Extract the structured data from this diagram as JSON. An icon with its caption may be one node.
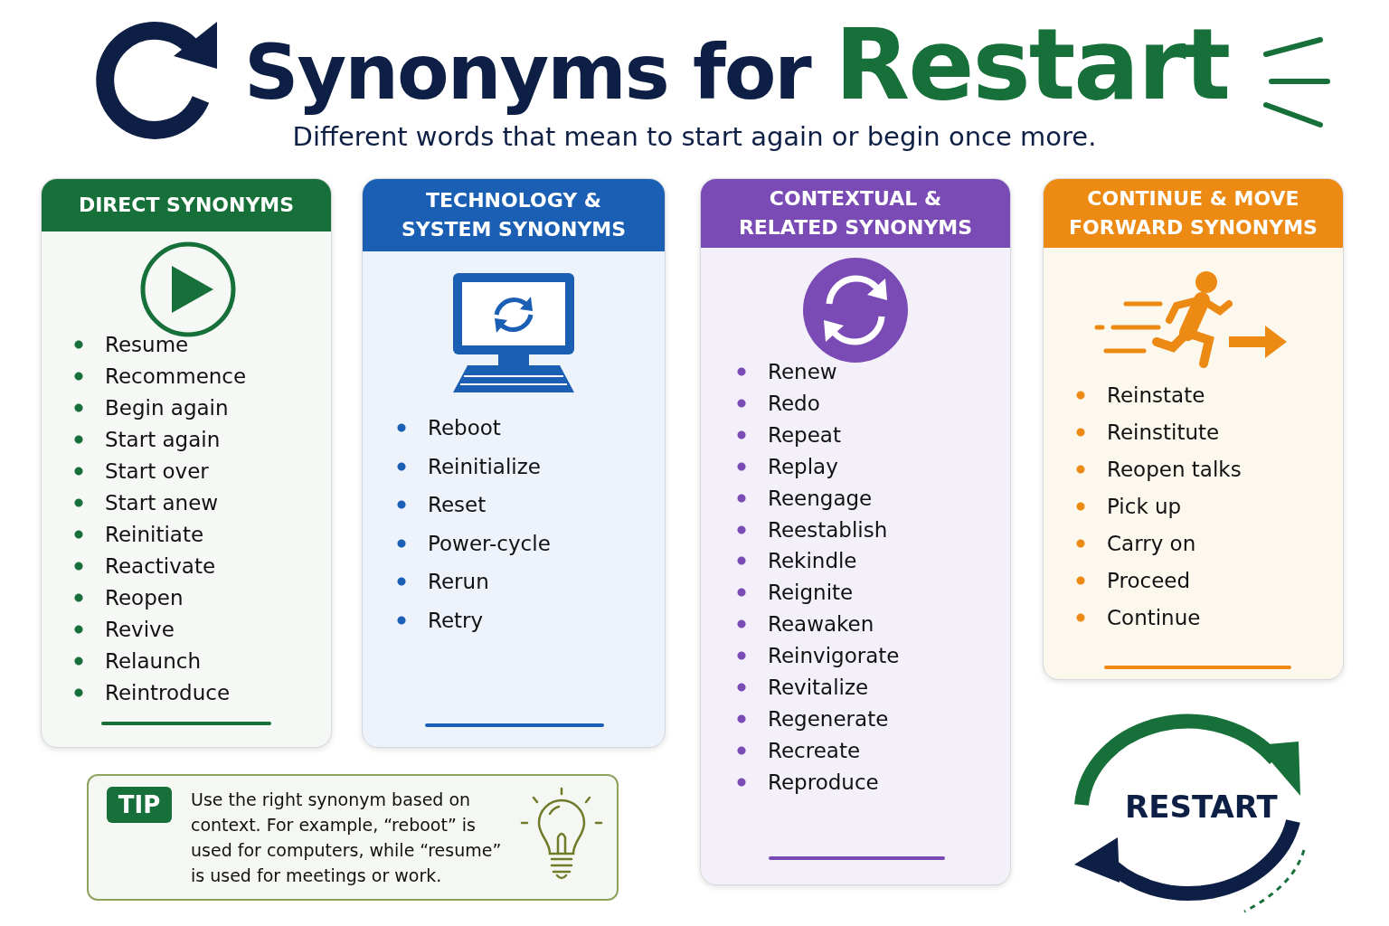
{
  "diagram": {
    "title": "Synonyms for Restart",
    "nodes": [
      {
        "text": [
          "DIRECT SYNONYMS",
          "Resume",
          "Recommence",
          "Begin again",
          "Start again",
          "Start over",
          "Start anew",
          "Reinitiate",
          "Reactivate",
          "Reopen",
          "Revive",
          "Relaunch",
          "Reintroduce"
        ]
      },
      {
        "text": [
          "TECHNOLOGY & SYSTEM SYNONYMS",
          "Reboot",
          "Reinitialize",
          "Reset",
          "Power-cycle",
          "Rerun",
          "Retry"
        ]
      },
      {
        "text": [
          "CONTEXTUAL & RELATED SYNONYMS",
          "Renew",
          "Redo",
          "Repeat",
          "Replay",
          "Reengage",
          "Reestablish",
          "Rekindle",
          "Reignite",
          "Reawaken",
          "Reinvigorate",
          "Revitalize",
          "Regenerate",
          "Recreate",
          "Reproduce"
        ]
      },
      {
        "text": [
          "CONTINUE & MOVE FORWARD SYNONYMS",
          "Reinstate",
          "Reinstitute",
          "Reopen talks",
          "Pick up",
          "Carry on",
          "Proceed",
          "Continue"
        ]
      },
      {
        "text": [
          "TIP",
          "Use the right synonym based on context. For example, “reboot” is used for computers, while “resume” is used for meetings or work."
        ]
      }
    ],
    "edges": [],
    "labels": [
      "Different words that mean to start again or begin once more.",
      "RESTART"
    ]
  }
}
